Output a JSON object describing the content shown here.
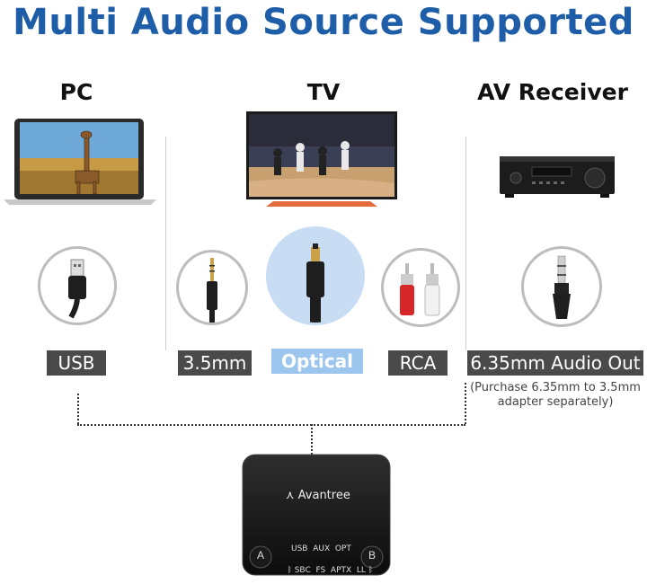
{
  "title": "Multi Audio Source Supported",
  "sources": [
    {
      "name": "PC"
    },
    {
      "name": "TV"
    },
    {
      "name": "AV Receiver"
    }
  ],
  "connectors": [
    {
      "label": "USB",
      "icon": "usb-plug-icon",
      "highlighted": false
    },
    {
      "label": "3.5mm",
      "icon": "aux-plug-icon",
      "highlighted": false
    },
    {
      "label": "Optical",
      "icon": "optical-plug-icon",
      "highlighted": true
    },
    {
      "label": "RCA",
      "icon": "rca-plug-icon",
      "highlighted": false
    },
    {
      "label": "6.35mm Audio Out",
      "icon": "jack-plug-icon",
      "highlighted": false
    }
  ],
  "note": {
    "line1": "(Purchase 6.35mm to 3.5mm",
    "line2": "adapter separately)"
  },
  "device": {
    "brand": "Avantree",
    "inputs_row": "USB  AUX  OPT",
    "codecs_row": "SBC  FS  APTX  LL",
    "button_a": "A",
    "button_b": "B"
  },
  "colors": {
    "title": "#1e5ea8",
    "label_bg": "#4a4a4a",
    "label_highlight_bg": "#9cc6ee"
  }
}
